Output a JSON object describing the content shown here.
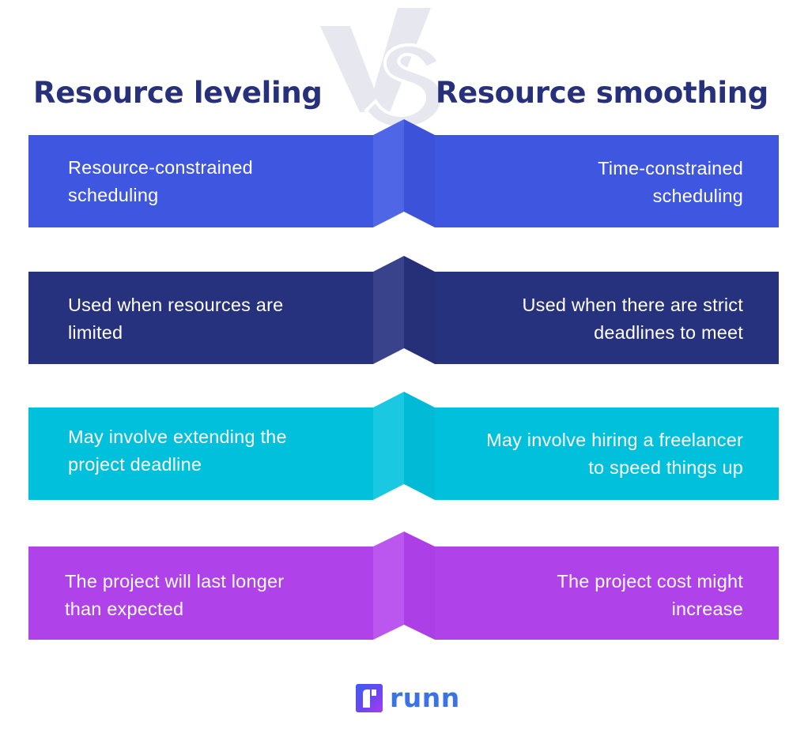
{
  "title": {
    "left": "Resource leveling",
    "vs": "VS",
    "right": "Resource smoothing"
  },
  "colors": {
    "heading": "#27307a",
    "vs_mark": "#e6e7ef",
    "logo_text": "#3b72e6"
  },
  "rows": [
    {
      "color": "#3f57e0",
      "fold_light": "#4f66e6",
      "fold_dark": "#3c52d8",
      "left": [
        "Resource-constrained",
        "scheduling"
      ],
      "right": [
        "Time-constrained",
        "scheduling"
      ]
    },
    {
      "color": "#27327f",
      "fold_light": "#38438c",
      "fold_dark": "#253079",
      "left": [
        "Used when resources are",
        "limited"
      ],
      "right": [
        "Used when there are strict",
        "deadlines to meet"
      ]
    },
    {
      "color": "#00c0dc",
      "fold_light": "#1ac8e2",
      "fold_dark": "#00bad6",
      "left": [
        "May involve extending the",
        "project deadline"
      ],
      "right": [
        "May involve hiring a freelancer",
        "to speed things up"
      ]
    },
    {
      "color": "#b042ea",
      "fold_light": "#bb56ee",
      "fold_dark": "#ac3fe6",
      "left": [
        "The project will last longer",
        "than expected"
      ],
      "right": [
        "The project cost might",
        "increase"
      ]
    }
  ],
  "logo": {
    "icon": "runn-logo-icon",
    "text": "runn"
  }
}
